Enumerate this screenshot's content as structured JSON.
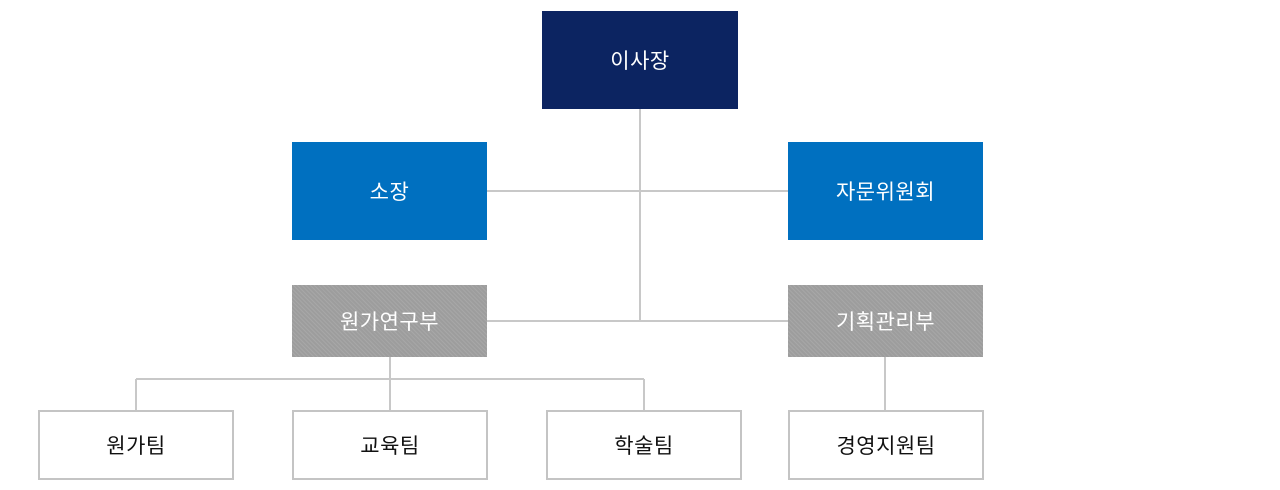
{
  "org_chart": {
    "top": {
      "label": "이사장"
    },
    "second_level": [
      {
        "id": "director",
        "label": "소장"
      },
      {
        "id": "advisory",
        "label": "자문위원회"
      }
    ],
    "departments": [
      {
        "id": "research",
        "label": "원가연구부"
      },
      {
        "id": "planning",
        "label": "기획관리부"
      }
    ],
    "teams": [
      {
        "id": "cost",
        "label": "원가팀",
        "parent": "research"
      },
      {
        "id": "edu",
        "label": "교육팀",
        "parent": "research"
      },
      {
        "id": "academic",
        "label": "학술팀",
        "parent": "research"
      },
      {
        "id": "support",
        "label": "경영지원팀",
        "parent": "planning"
      }
    ]
  },
  "colors": {
    "top": "#0c2461",
    "second_level": "#0070c0",
    "department": "#9d9d9d",
    "team_border": "#c4c4c4",
    "connector": "#c8c8c8"
  }
}
